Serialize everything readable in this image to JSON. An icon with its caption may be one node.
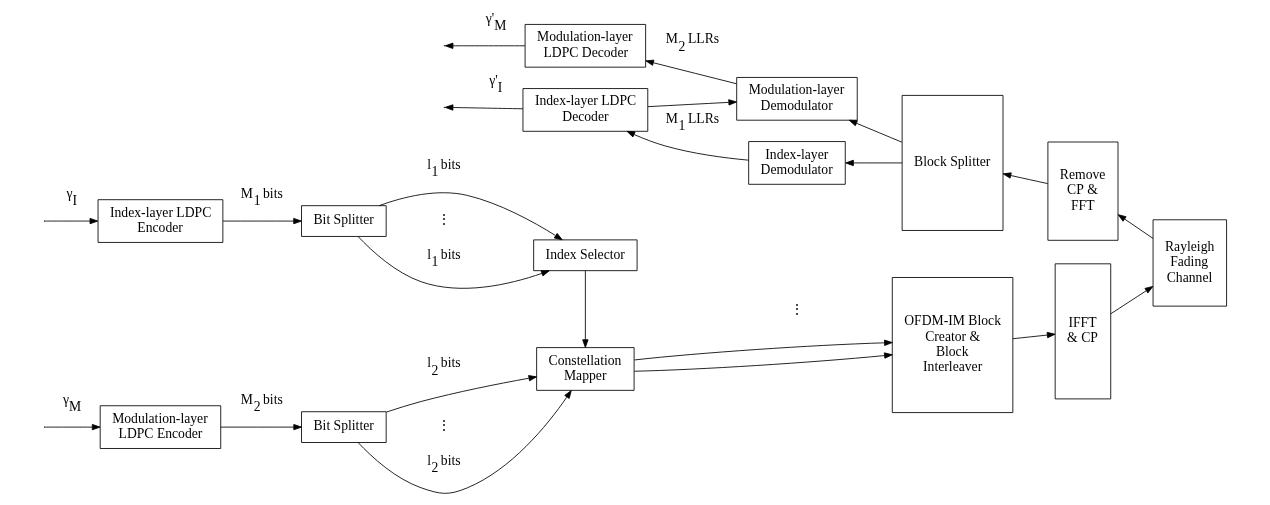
{
  "diagram": {
    "nodes": [
      {
        "text": [
          "Index-layer LDPC Encoder"
        ]
      },
      {
        "text": [
          "Bit Splitter"
        ]
      },
      {
        "text": [
          "Index Selector"
        ]
      },
      {
        "text": [
          "Modulation-layer LDPC Encoder"
        ]
      },
      {
        "text": [
          "Bit Splitter"
        ]
      },
      {
        "text": [
          "Constellation Mapper"
        ]
      },
      {
        "text": [
          "OFDM-IM Block Creator & Block Interleaver"
        ]
      },
      {
        "text": [
          "IFFT & CP"
        ]
      },
      {
        "text": [
          "Rayleigh Fading Channel"
        ]
      },
      {
        "text": [
          "Remove CP & FFT"
        ]
      },
      {
        "text": [
          "Block Splitter"
        ]
      },
      {
        "text": [
          "Index-layer Demodulator"
        ]
      },
      {
        "text": [
          "Index-layer LDPC Decoder"
        ]
      },
      {
        "text": [
          "Modulation-layer Demodulator"
        ]
      },
      {
        "text": [
          "Modulation-layer LDPC Decoder"
        ]
      }
    ],
    "edges": [
      {
        "from": null,
        "to": 0,
        "arrow": "to",
        "label": "γ$_{I}$"
      },
      {
        "from": 0,
        "to": 1,
        "arrow": "to",
        "label": "M$_{1}$ bits"
      },
      {
        "from": 1,
        "to": 2,
        "arrow": "to",
        "label": "l$_{1}$ bits"
      },
      {
        "from": 1,
        "to": 2,
        "arrow": "to",
        "label": "l$_{1}$ bits"
      },
      {
        "from": 2,
        "to": 5,
        "arrow": "to"
      },
      {
        "from": null,
        "to": 3,
        "arrow": "to",
        "label": "γ$_{M}$"
      },
      {
        "from": 3,
        "to": 4,
        "arrow": "to",
        "label": "M$_{2}$ bits"
      },
      {
        "from": 4,
        "to": 5,
        "arrow": "to",
        "label": "l$_{2}$ bits"
      },
      {
        "from": 4,
        "to": 5,
        "arrow": "to",
        "label": "l$_{2}$ bits"
      },
      {
        "from": 5,
        "to": 6,
        "arrow": "to"
      },
      {
        "from": 5,
        "to": 6,
        "arrow": "to"
      },
      {
        "from": 6,
        "to": 7,
        "arrow": "to"
      },
      {
        "from": 7,
        "to": 8,
        "arrow": "to"
      },
      {
        "from": 8,
        "to": 9,
        "arrow": "to"
      },
      {
        "from": 9,
        "to": 10,
        "arrow": "to"
      },
      {
        "from": 10,
        "to": 11,
        "arrow": "to"
      },
      {
        "from": 10,
        "to": 13,
        "arrow": "to"
      },
      {
        "from": 11,
        "to": 12,
        "arrow": "to",
        "label": "M$_{1}$ LLRs"
      },
      {
        "from": 12,
        "to": 13,
        "arrow": "to"
      },
      {
        "from": 13,
        "to": 14,
        "arrow": "to",
        "label": "M$_{2}$ LLRs"
      },
      {
        "from": 12,
        "to": null,
        "arrow": "to",
        "label": "γ'$_{I}$"
      },
      {
        "from": 14,
        "to": null,
        "arrow": "to",
        "label": "γ'$_{M}$"
      }
    ],
    "labels": [
      "⋮",
      "⋮",
      "⋮"
    ]
  }
}
